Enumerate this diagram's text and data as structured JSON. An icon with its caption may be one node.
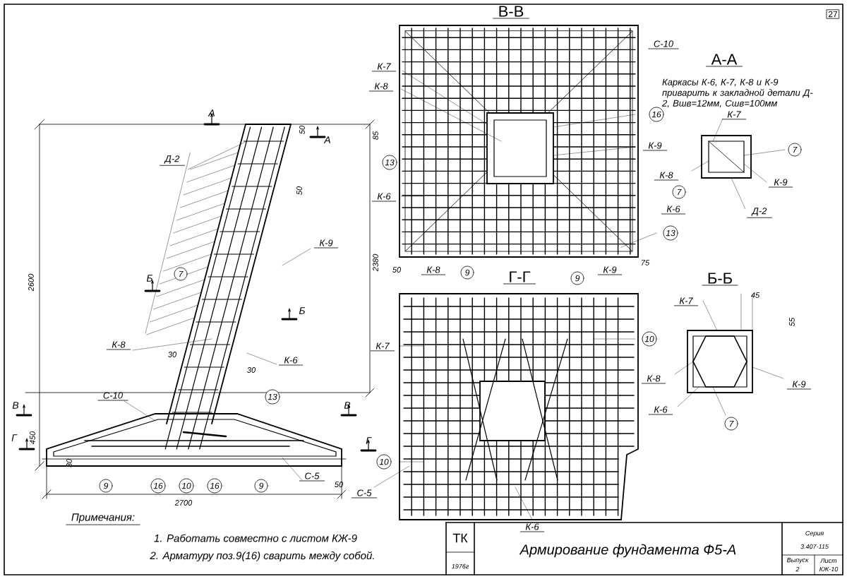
{
  "diagram": {
    "labels": [
      "А",
      "А",
      "Д-2",
      "50",
      "85",
      "50",
      "К-9",
      "2600",
      "2380",
      "7",
      "Б",
      "Б",
      "К-8",
      "К-6",
      "30",
      "30",
      "С-10",
      "13",
      "В",
      "В",
      "Г",
      "450",
      "Г",
      "30",
      "9",
      "16",
      "10",
      "16",
      "9",
      "С-5",
      "50",
      "2700",
      "Примечания:",
      "1. Работать совместно с листом КЖ-9",
      "2. Арматуру поз.9(16) сварить между собой.",
      "В-В",
      "27",
      "К-7",
      "К-8",
      "С-10",
      "16",
      "13",
      "К-9",
      "К-6",
      "13",
      "75",
      "А-А",
      "Каркасы К-6, К-7, К-8 и К-9 приварить к закладной детали Д-2, Вшв=12мм, Сшв=100мм",
      "К-7",
      "7",
      "К-8",
      "К-9",
      "7",
      "К-6",
      "Д-2",
      "50",
      "К-8",
      "9",
      "Г-Г",
      "9",
      "К-9",
      "Б-Б",
      "К-7",
      "10",
      "45",
      "55",
      "К-7",
      "К-8",
      "К-9",
      "К-6",
      "7",
      "10",
      "С-5",
      "К-6",
      "ТК",
      "1976г",
      "Армирование фундамента Ф5-А",
      "Серия",
      "3.407-115",
      "Выпуск",
      "2",
      "Лист",
      "КЖ-10"
    ]
  }
}
